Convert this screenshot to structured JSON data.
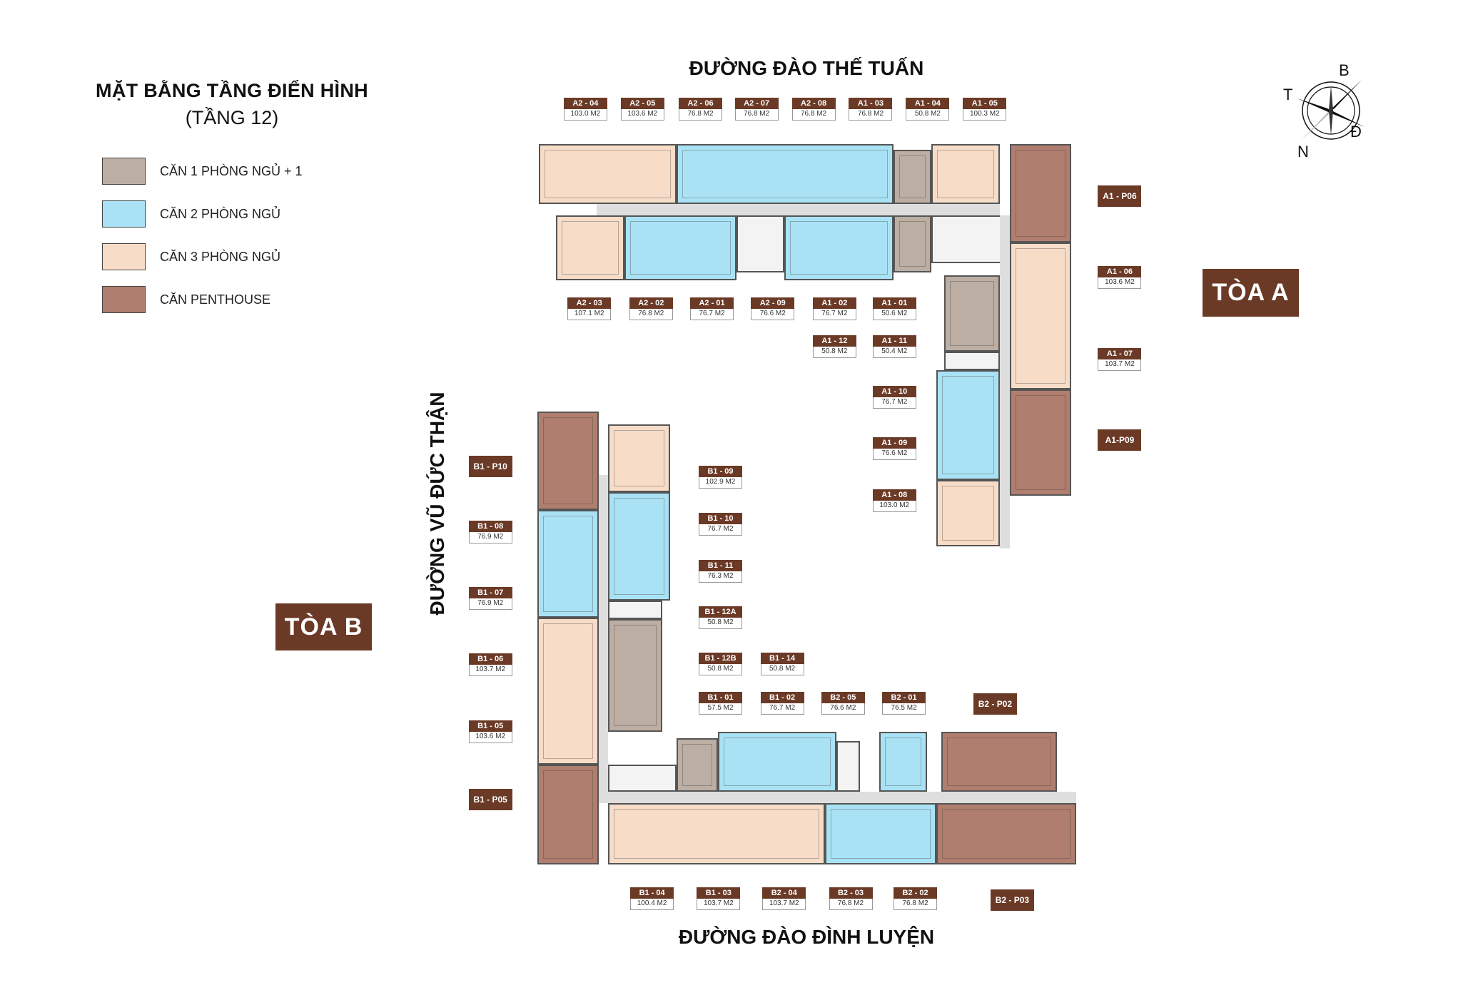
{
  "header": {
    "title": "MẶT BẰNG TẦNG ĐIỂN HÌNH",
    "subtitle": "(TẦNG 12)"
  },
  "legend": [
    {
      "label": "CĂN 1 PHÒNG NGỦ + 1",
      "color": "#bcaea3"
    },
    {
      "label": "CĂN 2 PHÒNG NGỦ",
      "color": "#a9e2f5"
    },
    {
      "label": "CĂN 3 PHÒNG NGỦ",
      "color": "#f7dcc8"
    },
    {
      "label": "CĂN PENTHOUSE",
      "color": "#b07e6e"
    }
  ],
  "streets": {
    "top": "ĐƯỜNG ĐÀO THẾ TUẤN",
    "bottom": "ĐƯỜNG ĐÀO ĐÌNH LUYỆN",
    "left": "ĐƯỜNG VŨ ĐỨC THẬN"
  },
  "towers": {
    "a": "TÒA A",
    "b": "TÒA B"
  },
  "compass": {
    "north": "B",
    "west": "T",
    "east": "Đ",
    "south": "N"
  },
  "colors": {
    "label_bg": "#6b3a27"
  },
  "units": [
    {
      "code": "A2 - 04",
      "area": "103.0 M2"
    },
    {
      "code": "A2 - 05",
      "area": "103.6 M2"
    },
    {
      "code": "A2 - 06",
      "area": "76.8 M2"
    },
    {
      "code": "A2 - 07",
      "area": "76.8 M2"
    },
    {
      "code": "A2 - 08",
      "area": "76.8 M2"
    },
    {
      "code": "A1 - 03",
      "area": "76.8 M2"
    },
    {
      "code": "A1 - 04",
      "area": "50.8 M2"
    },
    {
      "code": "A1 - 05",
      "area": "100.3 M2"
    },
    {
      "code": "A2 - 03",
      "area": "107.1 M2"
    },
    {
      "code": "A2 - 02",
      "area": "76.8 M2"
    },
    {
      "code": "A2 - 01",
      "area": "76.7 M2"
    },
    {
      "code": "A2 - 09",
      "area": "76.6 M2"
    },
    {
      "code": "A1 - 02",
      "area": "76.7 M2"
    },
    {
      "code": "A1 - 01",
      "area": "50.6 M2"
    },
    {
      "code": "A1 - 12",
      "area": "50.8 M2"
    },
    {
      "code": "A1 - 11",
      "area": "50.4 M2"
    },
    {
      "code": "A1 - 10",
      "area": "76.7 M2"
    },
    {
      "code": "A1 - 09",
      "area": "76.6 M2"
    },
    {
      "code": "A1 - 08",
      "area": "103.0 M2"
    },
    {
      "code": "A1 - P06"
    },
    {
      "code": "A1 - 06",
      "area": "103.6 M2"
    },
    {
      "code": "A1 - 07",
      "area": "103.7 M2"
    },
    {
      "code": "A1-P09"
    },
    {
      "code": "B1 - P10"
    },
    {
      "code": "B1 - 08",
      "area": "76.9 M2"
    },
    {
      "code": "B1 - 07",
      "area": "76.9 M2"
    },
    {
      "code": "B1 - 06",
      "area": "103.7 M2"
    },
    {
      "code": "B1 - 05",
      "area": "103.6 M2"
    },
    {
      "code": "B1 - P05"
    },
    {
      "code": "B1 - 09",
      "area": "102.9 M2"
    },
    {
      "code": "B1 - 10",
      "area": "76.7 M2"
    },
    {
      "code": "B1 - 11",
      "area": "76.3 M2"
    },
    {
      "code": "B1 - 12A",
      "area": "50.8 M2"
    },
    {
      "code": "B1 - 12B",
      "area": "50.8 M2"
    },
    {
      "code": "B1 - 14",
      "area": "50.8 M2"
    },
    {
      "code": "B1 - 01",
      "area": "57.5 M2"
    },
    {
      "code": "B1 - 02",
      "area": "76.7 M2"
    },
    {
      "code": "B2 - 05",
      "area": "76.6 M2"
    },
    {
      "code": "B2 - 01",
      "area": "76.5 M2"
    },
    {
      "code": "B2 - P02"
    },
    {
      "code": "B1 - 04",
      "area": "100.4 M2"
    },
    {
      "code": "B1 - 03",
      "area": "103.7 M2"
    },
    {
      "code": "B2 - 04",
      "area": "103.7 M2"
    },
    {
      "code": "B2 - 03",
      "area": "76.8 M2"
    },
    {
      "code": "B2 - 02",
      "area": "76.8 M2"
    },
    {
      "code": "B2 - P03"
    }
  ]
}
